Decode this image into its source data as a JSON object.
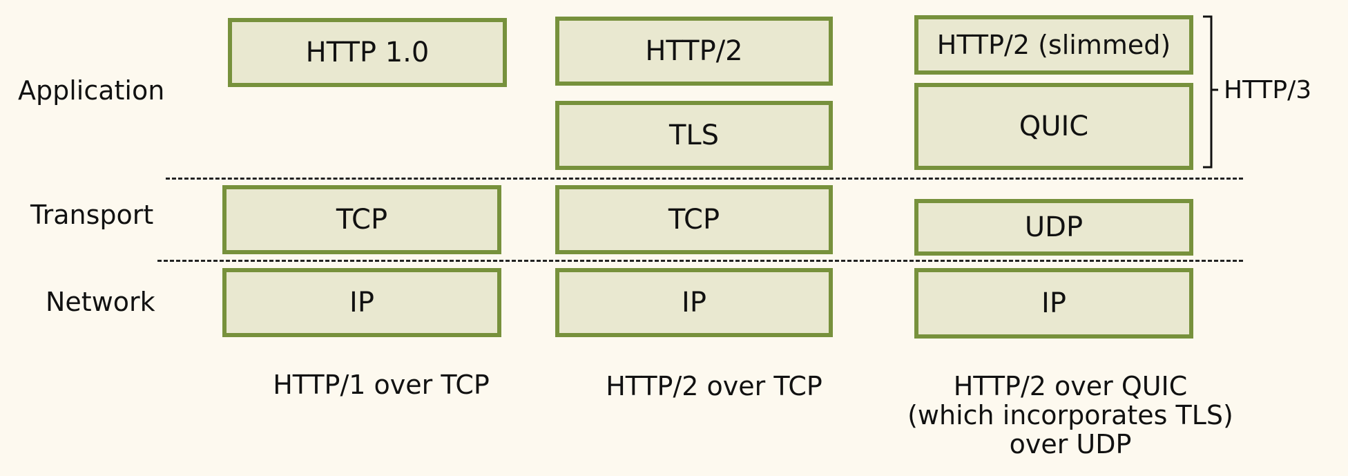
{
  "layers": {
    "application": "Application",
    "transport": "Transport",
    "network": "Network"
  },
  "stacks": [
    {
      "boxes": [
        "HTTP 1.0",
        "TCP",
        "IP"
      ],
      "caption": [
        "HTTP/1 over TCP"
      ]
    },
    {
      "boxes": [
        "HTTP/2",
        "TLS",
        "TCP",
        "IP"
      ],
      "caption": [
        "HTTP/2 over TCP"
      ]
    },
    {
      "boxes": [
        "HTTP/2 (slimmed)",
        "QUIC",
        "UDP",
        "IP"
      ],
      "caption": [
        "HTTP/2 over QUIC",
        "(which incorporates TLS)",
        "over UDP"
      ]
    }
  ],
  "bracket_label": "HTTP/3",
  "colors": {
    "background": "#fdf9ef",
    "box_fill": "#e9e8d0",
    "box_border": "#77913c",
    "divider": "#222222"
  }
}
